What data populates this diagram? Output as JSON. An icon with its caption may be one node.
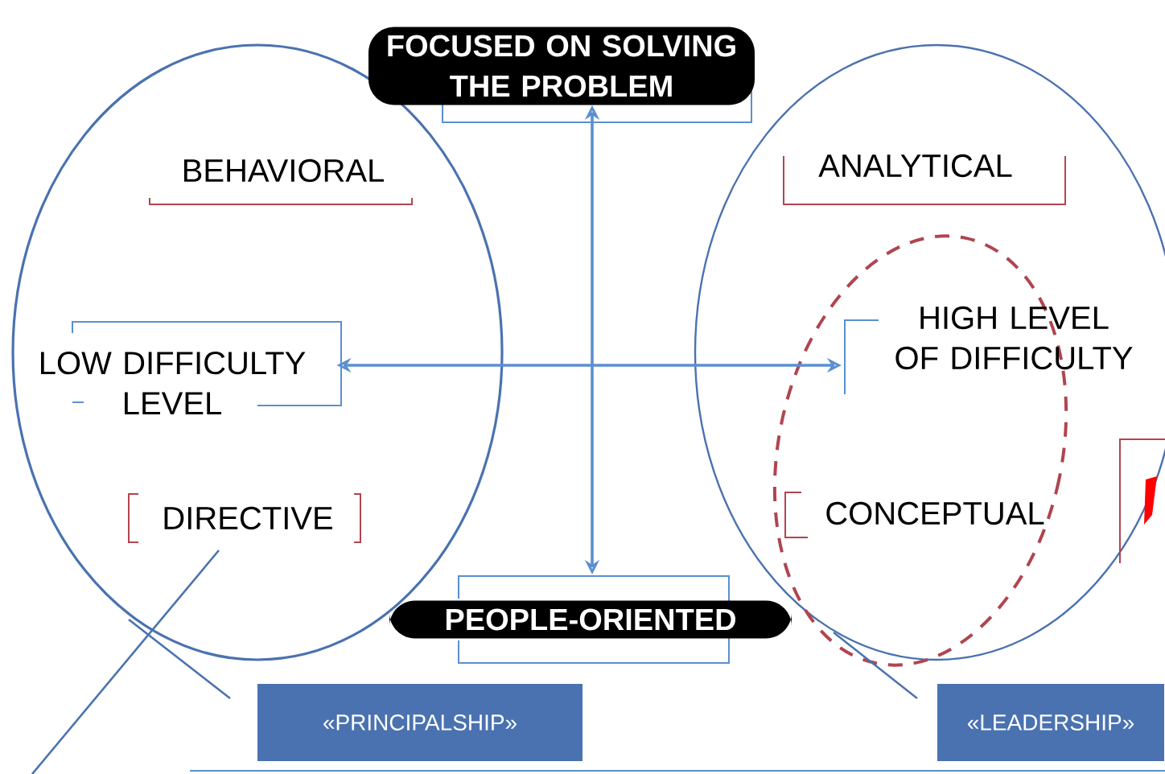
{
  "diagram": {
    "nodes": [
      {
        "text": [
          "FOCUSED ON SOLVING THE PROBLEM"
        ]
      },
      {
        "text": [
          "PEOPLE-ORIENTED"
        ]
      },
      {
        "text": [
          "LOW DIFFICULTY LEVEL"
        ]
      },
      {
        "text": [
          "HIGH LEVEL OF DIFFICULTY"
        ]
      },
      {
        "text": [
          "«PRINCIPALSHIP»"
        ]
      },
      {
        "text": [
          "«LEADERSHIP»"
        ]
      }
    ],
    "edges": [
      {
        "from": 0,
        "to": 1,
        "arrow": "both"
      },
      {
        "from": 2,
        "to": 3,
        "arrow": "both"
      }
    ],
    "labels": [
      "BEHAVIORAL",
      "ANALYTICAL",
      "DIRECTIVE",
      "CONCEPTUAL"
    ]
  }
}
